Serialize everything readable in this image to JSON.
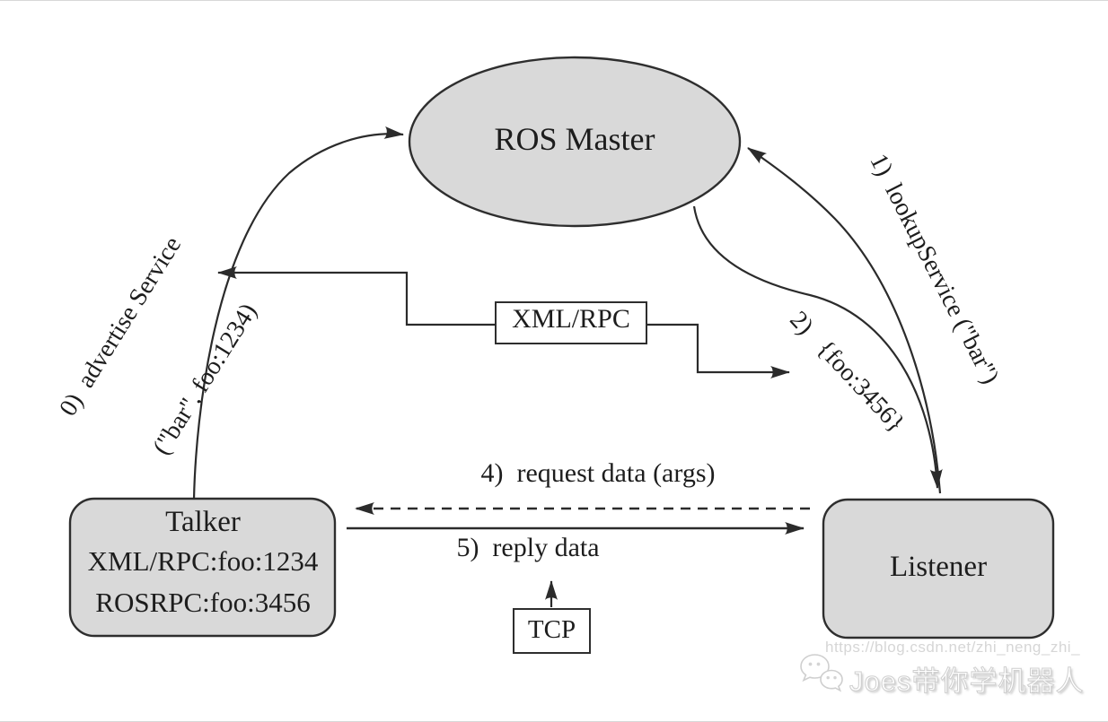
{
  "diagram": {
    "nodes": {
      "ros_master": {
        "label": "ROS Master"
      },
      "talker": {
        "title": "Talker",
        "xmlrpc_addr": "XML/RPC:foo:1234",
        "rosrpc_addr": "ROSRPC:foo:3456"
      },
      "listener": {
        "label": "Listener"
      },
      "xmlrpc_box": {
        "label": "XML/RPC"
      },
      "tcp_box": {
        "label": "TCP"
      }
    },
    "edges": {
      "advertise": {
        "line1": "0)  advertise Service",
        "line2": "(\"bar\", foo:1234)"
      },
      "lookup": {
        "label": "1)  lookupService (\"bar\")"
      },
      "response": {
        "label": "2)   {foo:3456}"
      },
      "request": {
        "label": "4)  request data (args)"
      },
      "reply": {
        "label": "5)  reply data"
      }
    },
    "colors": {
      "node_fill": "#d9d9d9",
      "node_stroke": "#2e2e2e",
      "box_fill": "#ffffff",
      "line": "#2b2b2b",
      "text": "#1d1d1d",
      "watermark_gray": "#d6d6d6"
    }
  },
  "watermark": {
    "url": "https://blog.csdn.net/zhi_neng_zhi_",
    "brand": "Joes带你学机器人",
    "icon": "wechat-chat-bubbles-icon"
  }
}
